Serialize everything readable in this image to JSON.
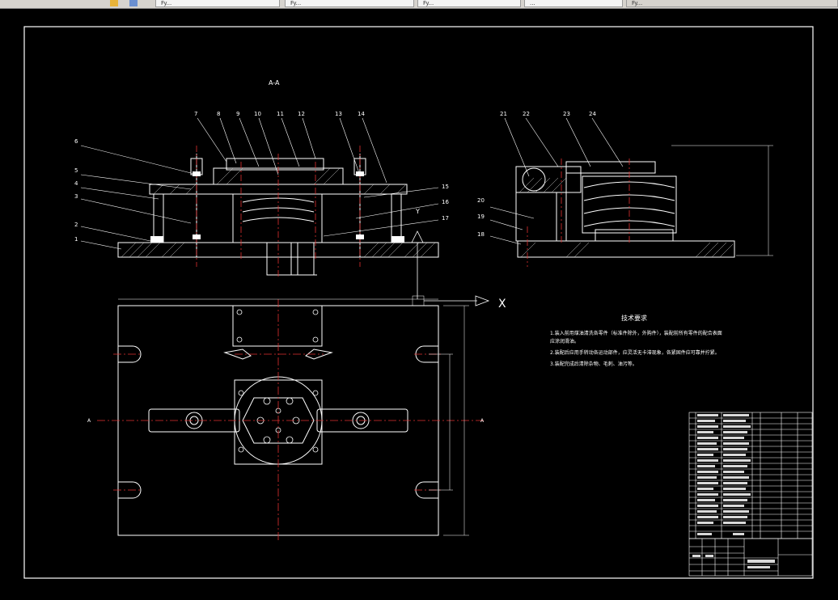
{
  "tabs": [
    {
      "label": "Fy..."
    },
    {
      "label": "Fy..."
    },
    {
      "label": "Fy..."
    },
    {
      "label": "Fy..."
    },
    {
      "label": "..."
    }
  ],
  "drawing": {
    "section_title": "A-A",
    "part_numbers": [
      "1",
      "2",
      "3",
      "4",
      "5",
      "6",
      "7",
      "8",
      "9",
      "10",
      "11",
      "12",
      "13",
      "14",
      "15",
      "16",
      "17",
      "18",
      "19",
      "20",
      "21",
      "22",
      "23",
      "24"
    ],
    "tech_title": "技术要求",
    "tech_lines": [
      "1.装入前用煤油清洗各零件（标准件除外，外购件），装配前所有零件的配合表面",
      "应涂润滑油。",
      "2.装配后应用手转动各运动部件，应灵活无卡滞现象，各紧固件应可靠并拧紧。",
      "3.装配完成后清除杂物、毛刺、油污等。"
    ],
    "axis_x": "X",
    "axis_y": "Y",
    "section_mark_left": "A",
    "section_mark_right": "A"
  }
}
